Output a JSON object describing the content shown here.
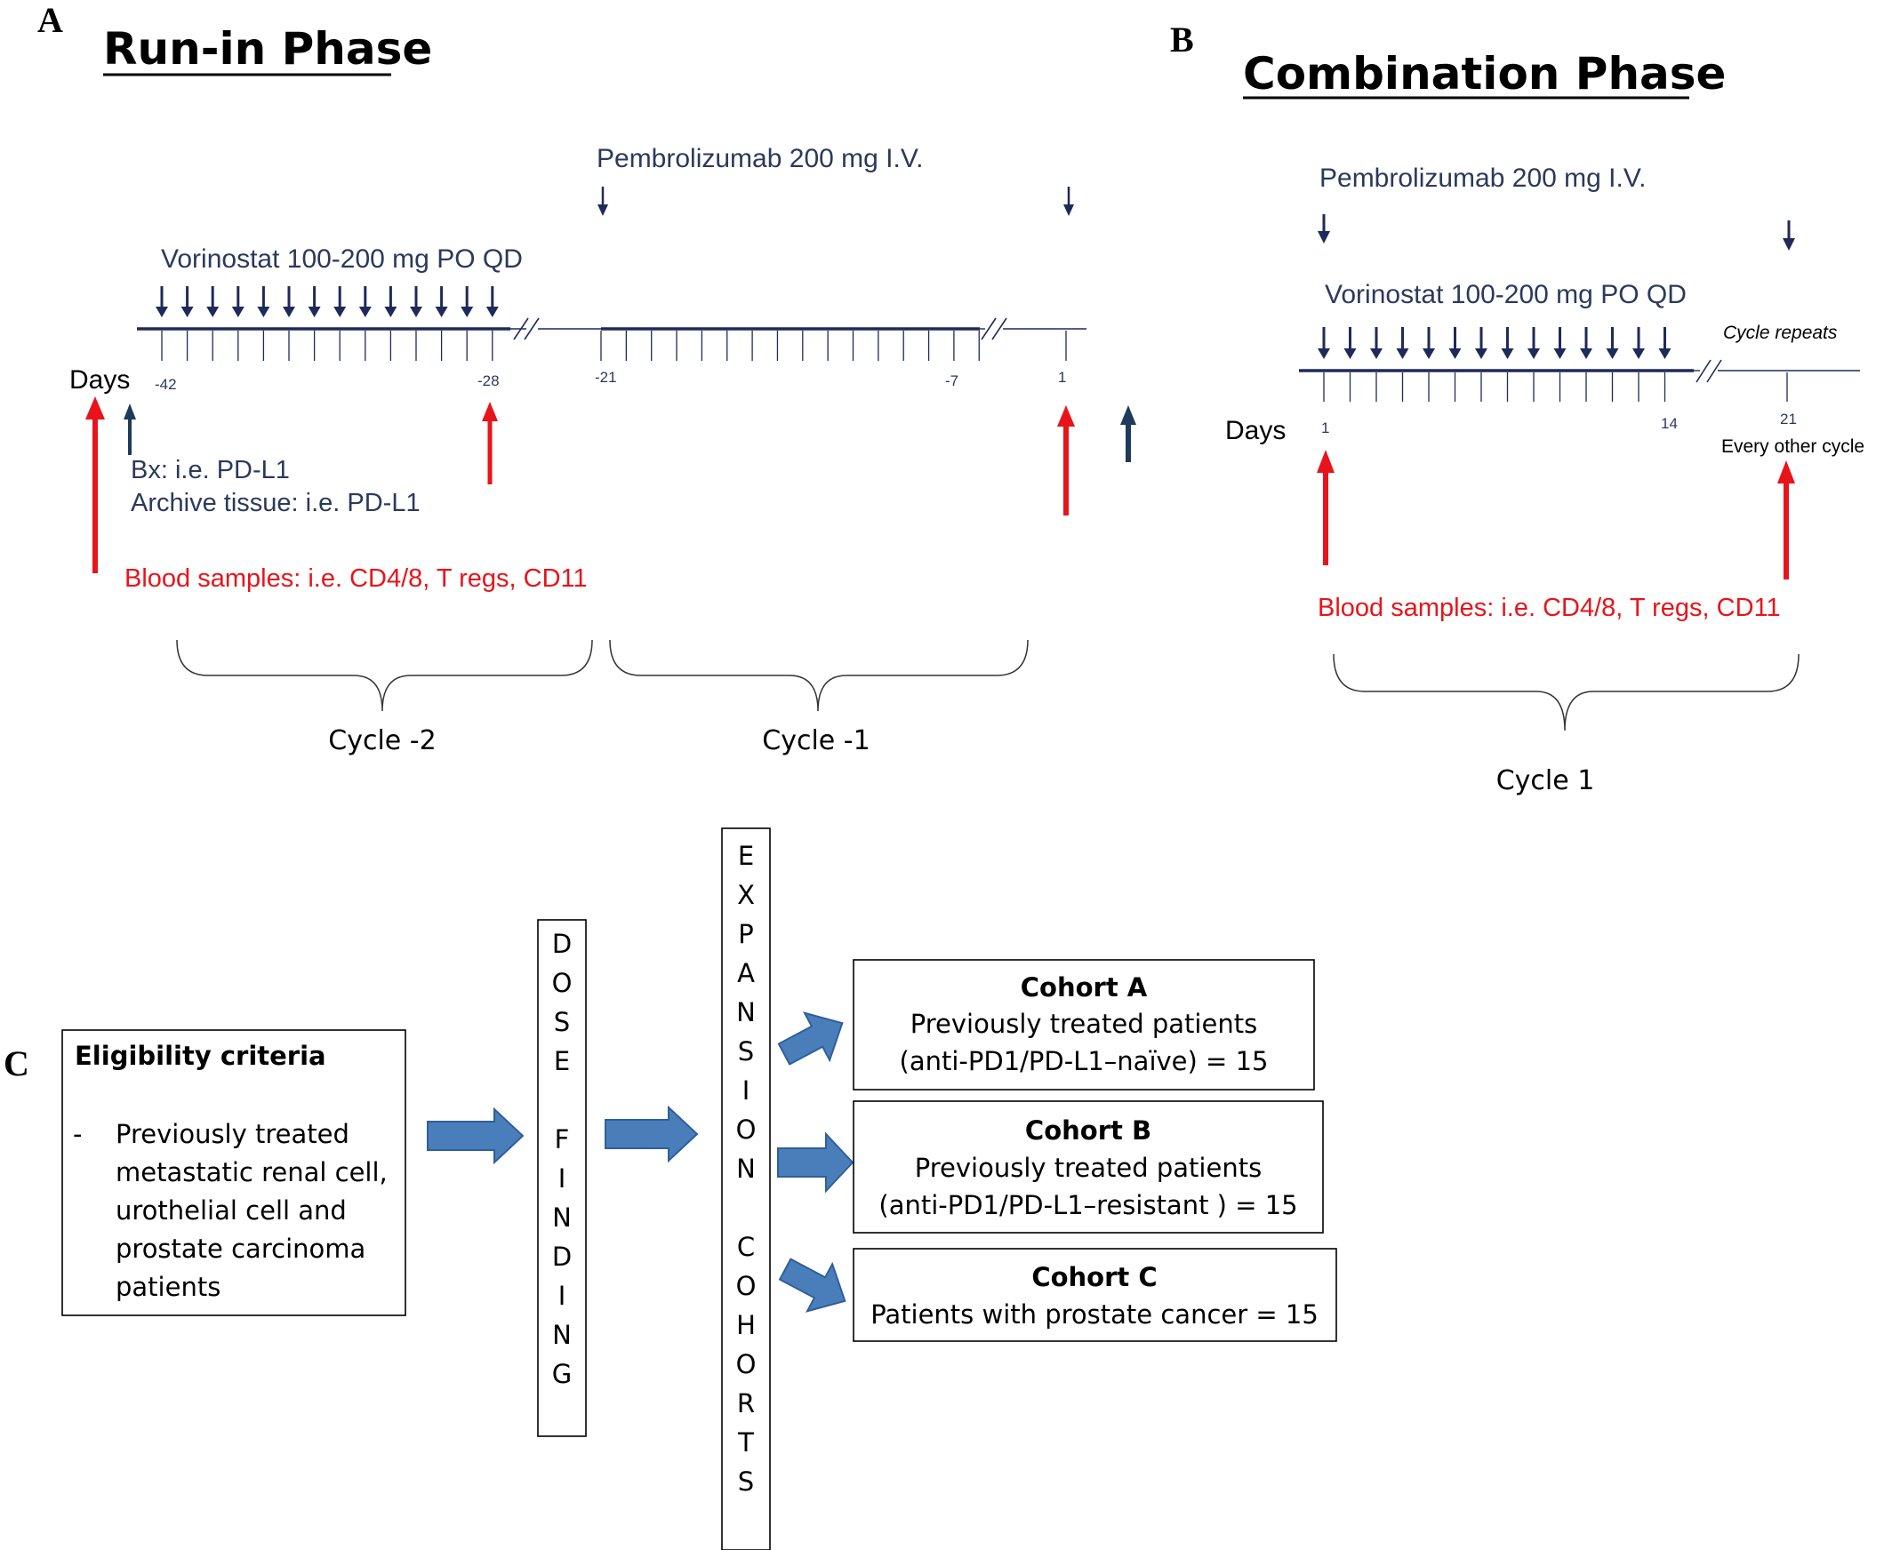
{
  "colors": {
    "navy": "#1e2a5a",
    "text_blue": "#2a3a5c",
    "red": "#e8141b",
    "arrow_blue": "#4a7ebb"
  },
  "panel_a": {
    "label": "A",
    "title": "Run-in Phase",
    "pembro_label": "Pembrolizumab 200 mg I.V.",
    "vorinostat_label": "Vorinostat 100-200 mg PO QD",
    "days_label": "Days",
    "tick_labels": [
      "-42",
      "-28",
      "-21",
      "-7",
      "1"
    ],
    "bx_label": "Bx: i.e. PD-L1",
    "archive_label": "Archive tissue: i.e. PD-L1",
    "blood_label": "Blood samples: i.e. CD4/8, T regs, CD11",
    "cycle_labels": [
      "Cycle -2",
      "Cycle -1"
    ]
  },
  "panel_b": {
    "label": "B",
    "title": "Combination Phase",
    "pembro_label": "Pembrolizumab 200 mg I.V.",
    "vorinostat_label": "Vorinostat 100-200 mg PO QD",
    "cycle_repeats": "Cycle repeats",
    "days_label": "Days",
    "tick_labels": [
      "1",
      "14",
      "21"
    ],
    "every_other": "Every other cycle",
    "blood_label": "Blood samples: i.e. CD4/8, T regs, CD11",
    "cycle_label": "Cycle 1"
  },
  "panel_c": {
    "label": "C",
    "eligibility": {
      "title": "Eligibility criteria",
      "dash": "-",
      "lines": [
        "Previously treated",
        "metastatic renal cell,",
        "urothelial cell and",
        "prostate carcinoma",
        "patients"
      ]
    },
    "dose_finding": [
      "D",
      "O",
      "S",
      "E",
      "",
      "F",
      "I",
      "N",
      "D",
      "I",
      "N",
      "G"
    ],
    "expansion_cohorts": [
      "E",
      "X",
      "P",
      "A",
      "N",
      "S",
      "I",
      "O",
      "N",
      "",
      "C",
      "O",
      "H",
      "O",
      "R",
      "T",
      "S"
    ],
    "cohorts": [
      {
        "title": "Cohort A",
        "lines": [
          "Previously treated patients",
          "(anti-PD1/PD-L1–naïve) = 15"
        ]
      },
      {
        "title": "Cohort B",
        "lines": [
          "Previously treated patients",
          "(anti-PD1/PD-L1–resistant ) = 15"
        ]
      },
      {
        "title": "Cohort C",
        "lines": [
          "Patients with prostate cancer = 15"
        ]
      }
    ]
  }
}
